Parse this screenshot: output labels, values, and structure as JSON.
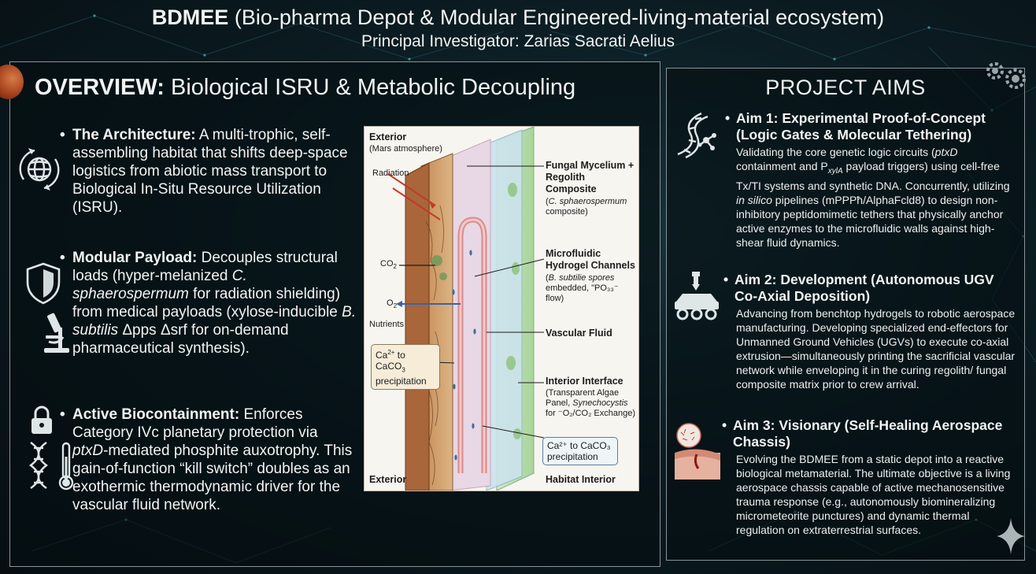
{
  "header": {
    "title_bold": "BDMEE",
    "title_rest": " (Bio-pharma Depot & Modular Engineered-living-material ecosystem)",
    "subtitle": "Principal Investigator: Zarias Sacrati Aelius"
  },
  "overview": {
    "title_bold": "OVERVIEW:",
    "title_rest": " Biological ISRU & Metabolic Decoupling",
    "bullets": [
      {
        "heading": "The Architecture:",
        "text": " A multi-trophic, self-assembling habitat that shifts deep-space logistics from abiotic mass transport to Biological In-Situ Resource Utilization (ISRU).",
        "icon": "globe-cycle-icon"
      },
      {
        "heading": "Modular Payload:",
        "text1": " Decouples structural loads (hyper-melanized ",
        "italic1": "C. sphaerospermum",
        "text2": " for radiation shielding) from medical payloads (xylose-inducible ",
        "italic2": "B. subtilis",
        "text3": " Δpps Δsrf for on-demand pharmaceutical synthesis).",
        "icons": [
          "shield-icon",
          "microscope-icon"
        ]
      },
      {
        "heading": "Active Biocontainment:",
        "text1": " Enforces Category IVc planetary protection via ",
        "italic1": "ptxD",
        "text2": "-mediated phosphite auxotrophy. This gain-of-function “kill switch” doubles as an exothermic thermodynamic driver for the vascular fluid network.",
        "icons": [
          "lock-icon",
          "dna-icon",
          "thermometer-icon"
        ]
      }
    ]
  },
  "diagram": {
    "exterior_top": "Exterior",
    "mars_atm": "(Mars atmosphere)",
    "radiation": "Radiation",
    "co2": "CO",
    "co2_sub": "2",
    "o2": "O",
    "o2_sub": "2",
    "nutrients": "Nutrients",
    "ca_box_1": "Ca",
    "ca_box_sup": "2+",
    "ca_box_2": " to",
    "ca_box_3": "CaCO",
    "ca_box_sub": "3",
    "ca_box_4": "precipitation",
    "exterior_bottom": "Exterior",
    "fungal_title": "Fungal Mycelium + Regolith Composite",
    "fungal_sub_italic": "C. sphaerospermum",
    "fungal_sub": "composite)",
    "micro_title": "Microfluidic Hydrogel Channels",
    "micro_sub_italic": "B. subtilie spores",
    "micro_sub": "embedded, \"PO₃₃⁻ flow)",
    "vascular": "Vascular Fluid",
    "interior_title": "Interior Interface",
    "interior_sub1": "(Transparent Algae Panel, ",
    "interior_sub_italic": "Synechocystis",
    "interior_sub2": " for ⁻O₂/CO₂ Exchange)",
    "ca_box2": "Ca²⁺ to CaCO₃ precipitation",
    "habitat_interior": "Habitat Interior"
  },
  "aims": {
    "title": "PROJECT AIMS",
    "items": [
      {
        "heading": "Aim 1: Experimental Proof-of-Concept (Logic Gates & Molecular Tethering)",
        "p1": "Validating the core genetic logic circuits (",
        "i1": "ptxD",
        "p2": " containment and P",
        "sub": "xylA",
        "p3": " payload triggers) using cell-free Tx/TI systems and synthetic DNA. Concurrently, utilizing ",
        "i2": "in silico",
        "p4": " pipelines (mPPPħ/AlphaFcld8) to design non-inhibitory peptidomimetic tethers that physically anchor active enzymes to the microfluidic walls against high-shear fluid dynamics.",
        "icon": "dna-molecule-icon"
      },
      {
        "heading": "Aim 2: Development (Autonomous UGV Co-Axial Deposition)",
        "text": "Advancing from benchtop hydrogels to robotic aerospace manufacturing. Developing specialized end-effectors for Unmanned Ground Vehicles (UGVs) to execute co-axial extrusion—simultaneously printing the sacrificial vascular network while enveloping it in the curing regolith/ fungal composite matrix prior to crew arrival.",
        "icon": "rover-printer-icon"
      },
      {
        "heading": "Aim 3: Visionary (Self-Healing Aerospace Chassis)",
        "text": "Evolving the BDMEE from a static depot into a reactive biological metamaterial. The ultimate objective is a living aerospace chassis capable of active mechanosensitive trauma response (e.g., autonomously biomineralizing micrometeorite punctures) and dynamic thermal regulation on extraterrestrial surfaces.",
        "icon": "skin-healing-icon"
      }
    ]
  },
  "colors": {
    "background": "#0b1c22",
    "panel_border": "#8a9398",
    "text": "#f2f4f4"
  }
}
